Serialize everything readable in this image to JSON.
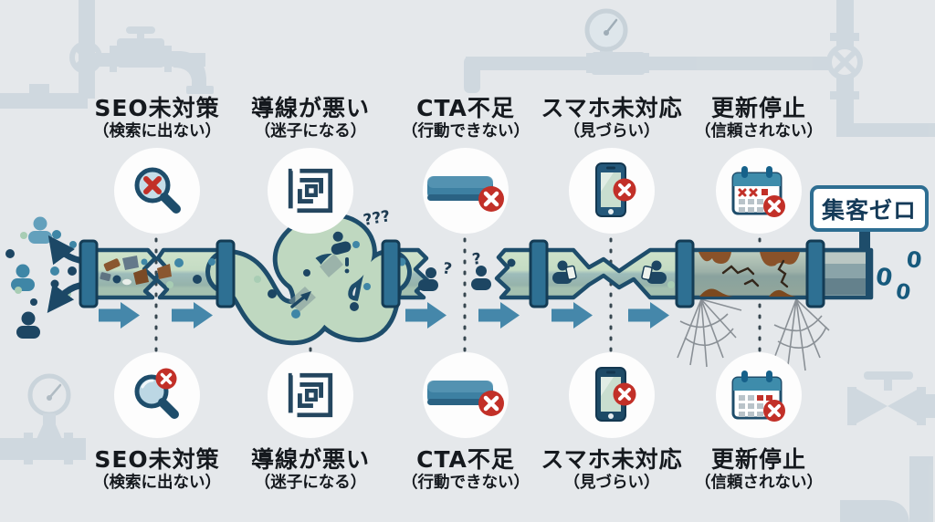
{
  "problems": [
    {
      "title": "SEO未対策",
      "subtitle": "（検索に出ない）",
      "icon": "magnifier-x"
    },
    {
      "title": "導線が悪い",
      "subtitle": "（迷子になる）",
      "icon": "maze"
    },
    {
      "title": "CTA不足",
      "subtitle": "（行動できない）",
      "icon": "button-x"
    },
    {
      "title": "スマホ未対応",
      "subtitle": "（見づらい）",
      "icon": "smartphone-x"
    },
    {
      "title": "更新停止",
      "subtitle": "（信頼されない）",
      "icon": "calendar-x"
    }
  ],
  "pipe": {
    "knot_question_marks": "???",
    "gap_question_left": "?",
    "gap_question_right": "?",
    "zeros": [
      "0",
      "0",
      "0"
    ]
  },
  "sign": {
    "label": "集客ゼロ"
  },
  "colors": {
    "background": "#e5e8eb",
    "decor_pipe": "#ccd6dd",
    "pipe_outline": "#1e4d6b",
    "pipe_fill_light": "#cfe3ca",
    "pipe_fill_dark": "#96b3ab",
    "flange": "#2e7093",
    "flow_arrow": "#4587aa",
    "error_red": "#c23028",
    "sign_border": "#2e6e92",
    "text": "#15191e",
    "rust": "#8a5229"
  }
}
